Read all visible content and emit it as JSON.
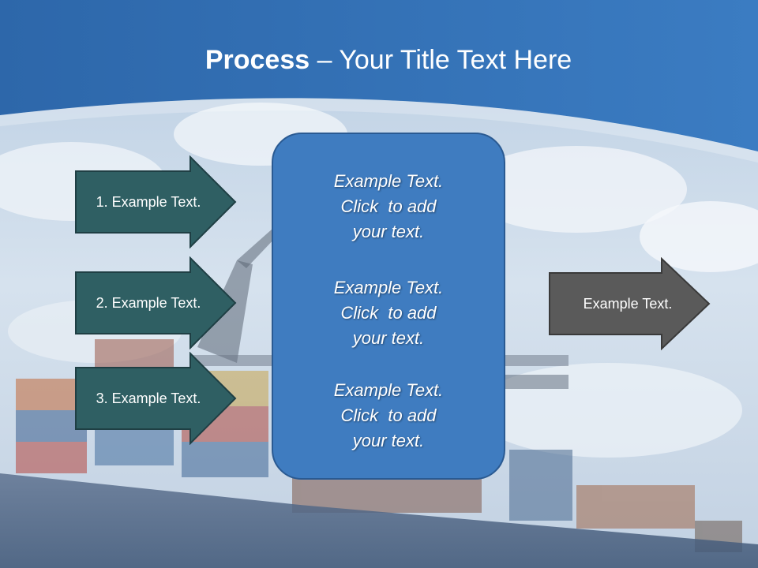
{
  "title": {
    "bold": "Process",
    "rest": " – Your Title Text Here"
  },
  "left_arrows": [
    {
      "label": "1. Example Text."
    },
    {
      "label": "2. Example Text."
    },
    {
      "label": "3. Example Text."
    }
  ],
  "center_box": {
    "blocks": [
      {
        "line1": "Example Text.",
        "line2": "Click  to add",
        "line3": "your text."
      },
      {
        "line1": "Example Text.",
        "line2": "Click  to add",
        "line3": "your text."
      },
      {
        "line1": "Example Text.",
        "line2": "Click  to add",
        "line3": "your text."
      }
    ]
  },
  "right_arrow": {
    "label": "Example Text."
  },
  "colors": {
    "header_blue": "#2e6aad",
    "left_arrow_fill": "#2f5f63",
    "center_box_fill": "#3f7cc0",
    "right_arrow_fill": "#5a5a5a"
  }
}
